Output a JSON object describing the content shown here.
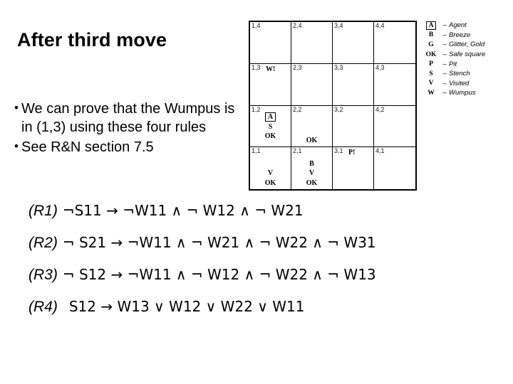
{
  "slide": {
    "title": "After third move"
  },
  "bullets": [
    {
      "marker": "•",
      "text": "We can prove that the Wumpus is in (1,3) using these four rules"
    },
    {
      "marker": "•",
      "text": "See R&N section 7.5"
    }
  ],
  "rules": [
    {
      "label": "(R1)",
      "body": "¬S11 → ¬W11 ∧ ¬ W12 ∧ ¬ W21",
      "wide": false
    },
    {
      "label": "(R2)",
      "body": "¬ S21 → ¬W11 ∧ ¬ W21 ∧ ¬ W22 ∧ ¬ W31",
      "wide": false
    },
    {
      "label": "(R3)",
      "body": "¬ S12 → ¬W11 ∧ ¬ W12 ∧ ¬ W22 ∧ ¬ W13",
      "wide": false
    },
    {
      "label": "(R4)",
      "body": "S12 → W13 ∨ W12 ∨ W22 ∨ W11",
      "wide": true
    }
  ],
  "grid": {
    "rows": [
      [
        {
          "coord": "1,4",
          "marks": [],
          "layout": "none"
        },
        {
          "coord": "2,4",
          "marks": [],
          "layout": "none"
        },
        {
          "coord": "3,4",
          "marks": [],
          "layout": "none"
        },
        {
          "coord": "4,4",
          "marks": [],
          "layout": "none"
        }
      ],
      [
        {
          "coord": "1,3",
          "marks": [
            "W!"
          ],
          "layout": "topleft"
        },
        {
          "coord": "2,3",
          "marks": [],
          "layout": "none"
        },
        {
          "coord": "3,3",
          "marks": [],
          "layout": "none"
        },
        {
          "coord": "4,3",
          "marks": [],
          "layout": "none"
        }
      ],
      [
        {
          "coord": "1,2",
          "marks": [
            "A",
            "S",
            "OK"
          ],
          "layout": "agent"
        },
        {
          "coord": "2,2",
          "marks": [
            "OK"
          ],
          "layout": "bottom"
        },
        {
          "coord": "3,2",
          "marks": [],
          "layout": "none"
        },
        {
          "coord": "4,2",
          "marks": [],
          "layout": "none"
        }
      ],
      [
        {
          "coord": "1,1",
          "marks": [
            "V",
            "OK"
          ],
          "layout": "bottom"
        },
        {
          "coord": "2,1",
          "marks": [
            "B",
            "V",
            "OK"
          ],
          "layout": "bottom"
        },
        {
          "coord": "3,1",
          "marks": [
            "P!"
          ],
          "layout": "topleft"
        },
        {
          "coord": "4,1",
          "marks": [],
          "layout": "none"
        }
      ]
    ]
  },
  "legend": {
    "entries": [
      {
        "key": "A",
        "boxed": true,
        "dash": "–",
        "desc": "Agent"
      },
      {
        "key": "B",
        "boxed": false,
        "dash": "–",
        "desc": "Breeze"
      },
      {
        "key": "G",
        "boxed": false,
        "dash": "–",
        "desc": "Glitter, Gold"
      },
      {
        "key": "OK",
        "boxed": false,
        "dash": "–",
        "desc": "Safe square"
      },
      {
        "key": "P",
        "boxed": false,
        "dash": "–",
        "desc": "Pit"
      },
      {
        "key": "S",
        "boxed": false,
        "dash": "–",
        "desc": "Stench"
      },
      {
        "key": "V",
        "boxed": false,
        "dash": "–",
        "desc": "Visited"
      },
      {
        "key": "W",
        "boxed": false,
        "dash": "–",
        "desc": "Wumpus"
      }
    ]
  }
}
